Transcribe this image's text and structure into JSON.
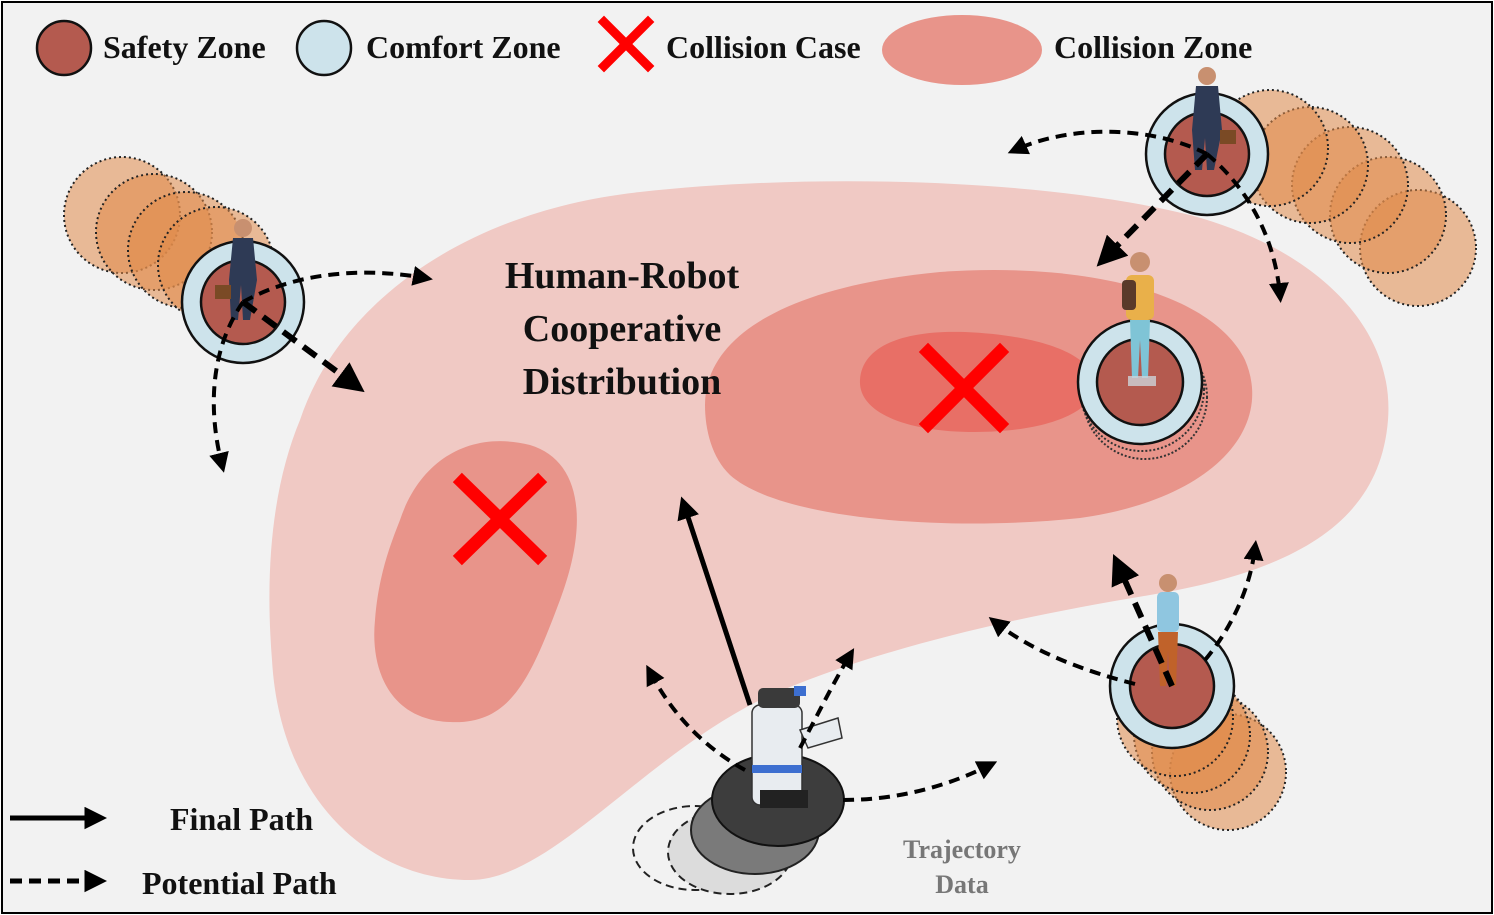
{
  "legend": {
    "safety_zone": "Safety Zone",
    "comfort_zone": "Comfort Zone",
    "collision_case": "Collision Case",
    "collision_zone": "Collision Zone"
  },
  "title_lines": [
    "Human-Robot",
    "Cooperative",
    "Distribution"
  ],
  "path_legend": {
    "final_path": "Final Path",
    "potential_path": "Potential Path"
  },
  "trajectory_label": [
    "Trajectory",
    "Data"
  ],
  "colors": {
    "safety_zone": "#b45a4f",
    "comfort_zone": "#cde3eb",
    "collision_mark": "#ff0000",
    "distribution_outer": "#f0c9c4",
    "distribution_mid": "#e8948a",
    "distribution_core": "#e86f66",
    "trajectory_ghost": "#e08a4a",
    "background": "#f2f2f2"
  },
  "icons": [
    "person-icon",
    "robot-icon",
    "collision-x-icon"
  ]
}
